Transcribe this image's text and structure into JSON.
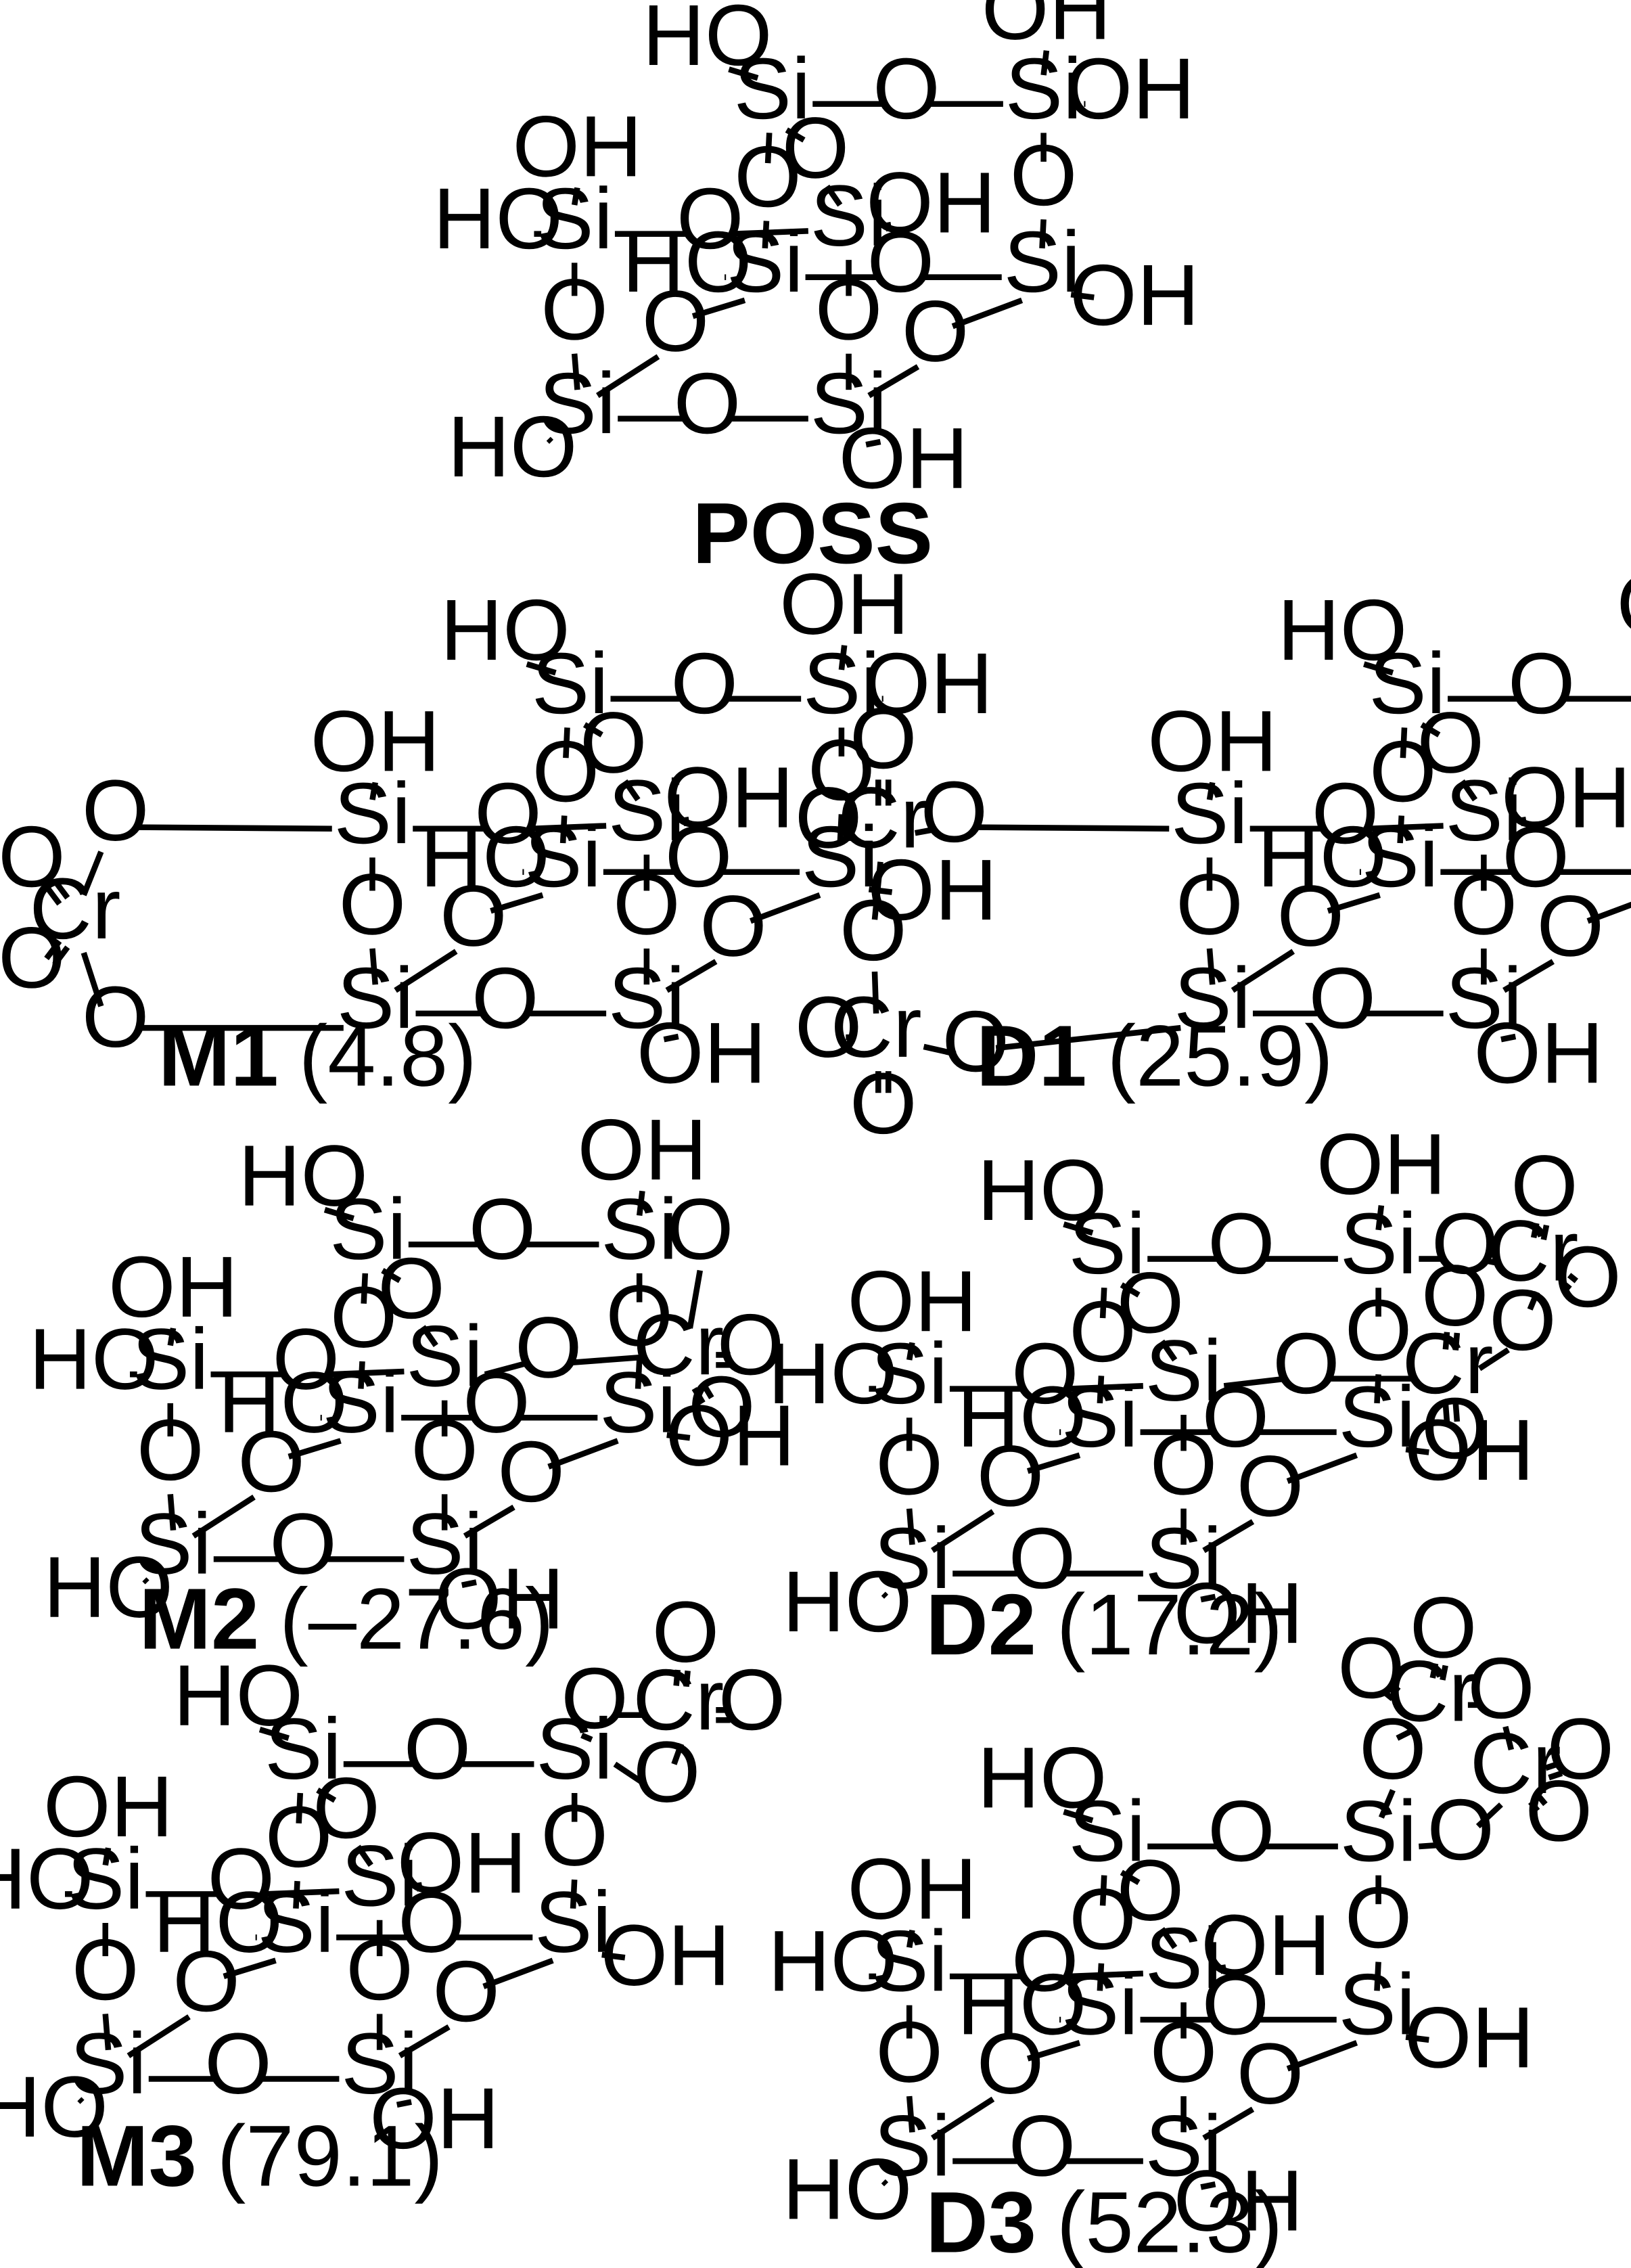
{
  "labels": {
    "si": "Si",
    "o": "O",
    "oh": "OH",
    "ho": "HO",
    "cr": "Cr"
  },
  "structures": [
    {
      "id": "poss",
      "name": "POSS",
      "value": ""
    },
    {
      "id": "m1",
      "name": "M1",
      "value": "(4.8)"
    },
    {
      "id": "d1",
      "name": "D1",
      "value": "(25.9)"
    },
    {
      "id": "m2",
      "name": "M2",
      "value": "(–27.6)"
    },
    {
      "id": "d2",
      "name": "D2",
      "value": "(17.2)"
    },
    {
      "id": "m3",
      "name": "M3",
      "value": "(79.1)"
    },
    {
      "id": "d3",
      "name": "D3",
      "value": "(52.3)"
    }
  ]
}
